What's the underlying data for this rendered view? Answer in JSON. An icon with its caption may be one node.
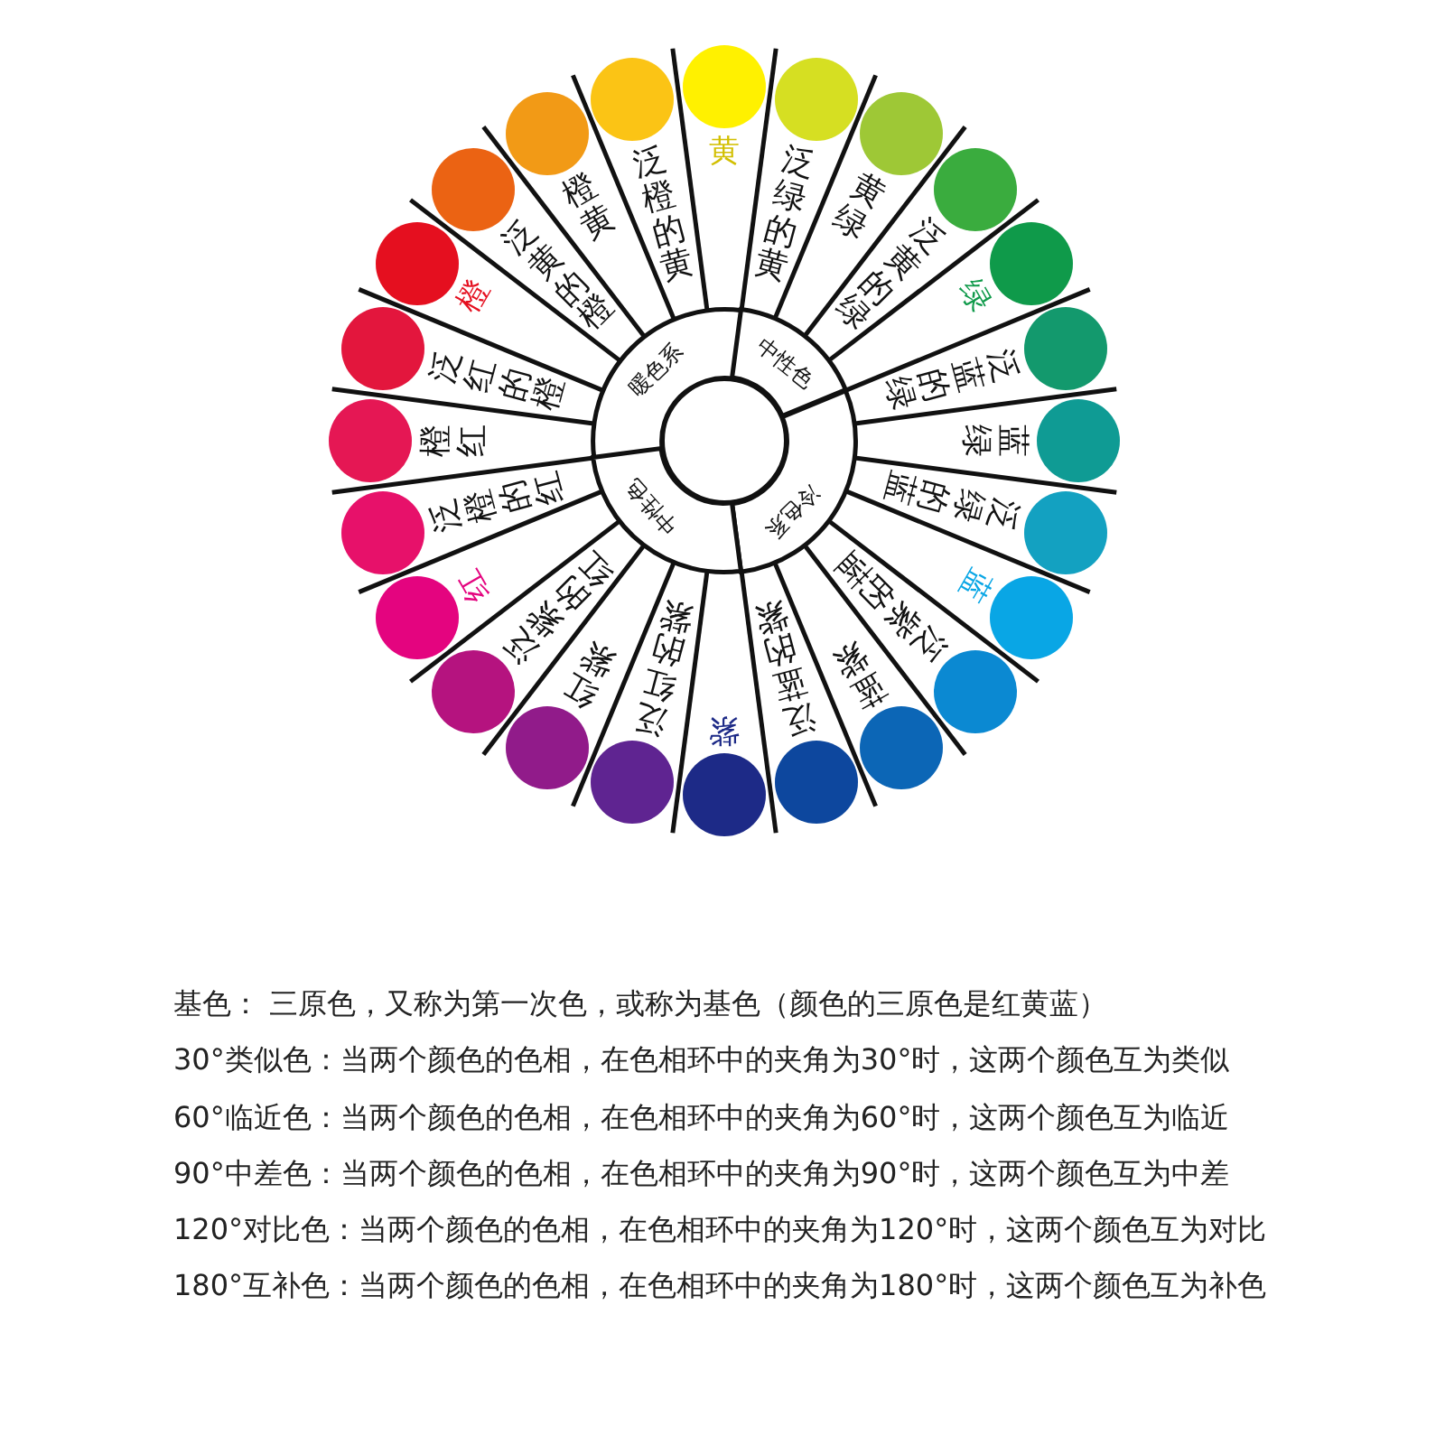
{
  "diagram": {
    "nodes": [
      {
        "text": [],
        "shape": "circle",
        "beside": [
          "黄"
        ]
      },
      {
        "text": [],
        "shape": "circle",
        "beside": [
          "泛绿的黄"
        ]
      },
      {
        "text": [],
        "shape": "circle",
        "beside": [
          "黄绿"
        ]
      },
      {
        "text": [],
        "shape": "circle",
        "beside": [
          "泛黄的绿"
        ]
      },
      {
        "text": [],
        "shape": "circle",
        "beside": [
          "绿"
        ]
      },
      {
        "text": [],
        "shape": "circle",
        "beside": [
          "泛蓝的绿"
        ]
      },
      {
        "text": [],
        "shape": "circle",
        "beside": [
          "蓝绿"
        ]
      },
      {
        "text": [],
        "shape": "circle",
        "beside": [
          "泛绿的蓝"
        ]
      },
      {
        "text": [],
        "shape": "circle",
        "beside": [
          "蓝"
        ]
      },
      {
        "text": [],
        "shape": "circle",
        "beside": [
          "泛紫的蓝"
        ]
      },
      {
        "text": [],
        "shape": "circle",
        "beside": [
          "蓝紫"
        ]
      },
      {
        "text": [],
        "shape": "circle",
        "beside": [
          "泛蓝的紫"
        ]
      },
      {
        "text": [],
        "shape": "circle",
        "beside": [
          "紫"
        ]
      },
      {
        "text": [],
        "shape": "circle",
        "beside": [
          "泛红的紫"
        ]
      },
      {
        "text": [],
        "shape": "circle",
        "beside": [
          "红紫"
        ]
      },
      {
        "text": [],
        "shape": "circle",
        "beside": [
          "泛紫的红"
        ]
      },
      {
        "text": [],
        "shape": "circle",
        "beside": [
          "红"
        ]
      },
      {
        "text": [],
        "shape": "circle",
        "beside": [
          "泛橙的红"
        ]
      },
      {
        "text": [],
        "shape": "circle",
        "beside": [
          "橙红"
        ]
      },
      {
        "text": [],
        "shape": "circle",
        "beside": [
          "泛红的橙"
        ]
      },
      {
        "text": [],
        "shape": "circle",
        "beside": [
          "橙"
        ]
      },
      {
        "text": [],
        "shape": "circle",
        "beside": [
          "泛黄的橙"
        ]
      },
      {
        "text": [],
        "shape": "circle",
        "beside": [
          "橙黄"
        ]
      },
      {
        "text": [],
        "shape": "circle",
        "beside": [
          "泛橙的黄"
        ]
      },
      {
        "text": [
          "暖色系"
        ]
      },
      {
        "text": [
          "中性色"
        ]
      },
      {
        "text": [
          "冷色系"
        ]
      },
      {
        "text": [
          "中性色"
        ]
      },
      {
        "text": [],
        "shape": "circle"
      }
    ],
    "labels": [
      "基色： 三原色，又称为第一次色，或称为基色（颜色的三原色是红黄蓝）",
      "30°类似色：当两个颜色的色相，在色相环中的夹角为30°时，这两个颜色互为类似",
      "60°临近色：当两个颜色的色相，在色相环中的夹角为60°时，这两个颜色互为临近",
      "90°中差色：当两个颜色的色相，在色相环中的夹角为90°时，这两个颜色互为中差",
      "120°对比色：当两个颜色的色相，在色相环中的夹角为120°时，这两个颜色互为对比",
      "180°互补色：当两个颜色的色相，在色相环中的夹角为180°时，这两个颜色互为补色"
    ]
  }
}
